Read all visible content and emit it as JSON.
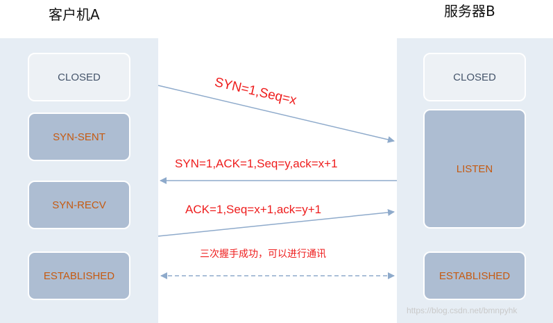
{
  "client": {
    "title": "客户机A",
    "states": [
      "CLOSED",
      "SYN-SENT",
      "SYN-RECV",
      "ESTABLISHED"
    ]
  },
  "server": {
    "title": "服务器B",
    "states": [
      "CLOSED",
      "LISTEN",
      "ESTABLISHED"
    ]
  },
  "messages": {
    "syn": "SYN=1,Seq=x",
    "syn_ack": "SYN=1,ACK=1,Seq=y,ack=x+1",
    "ack": "ACK=1,Seq=x+1,ack=y+1",
    "established_note": "三次握手成功，可以进行通讯"
  },
  "watermark": "https://blog.csdn.net/bmnpyhk",
  "colors": {
    "panel": "#e6edf4",
    "state_box": "#adbdd2",
    "state_text": "#c55a11",
    "closed_box": "#edf1f5",
    "closed_text": "#44546a",
    "message_text": "#ee1c1c",
    "arrow": "#8eaacb"
  }
}
